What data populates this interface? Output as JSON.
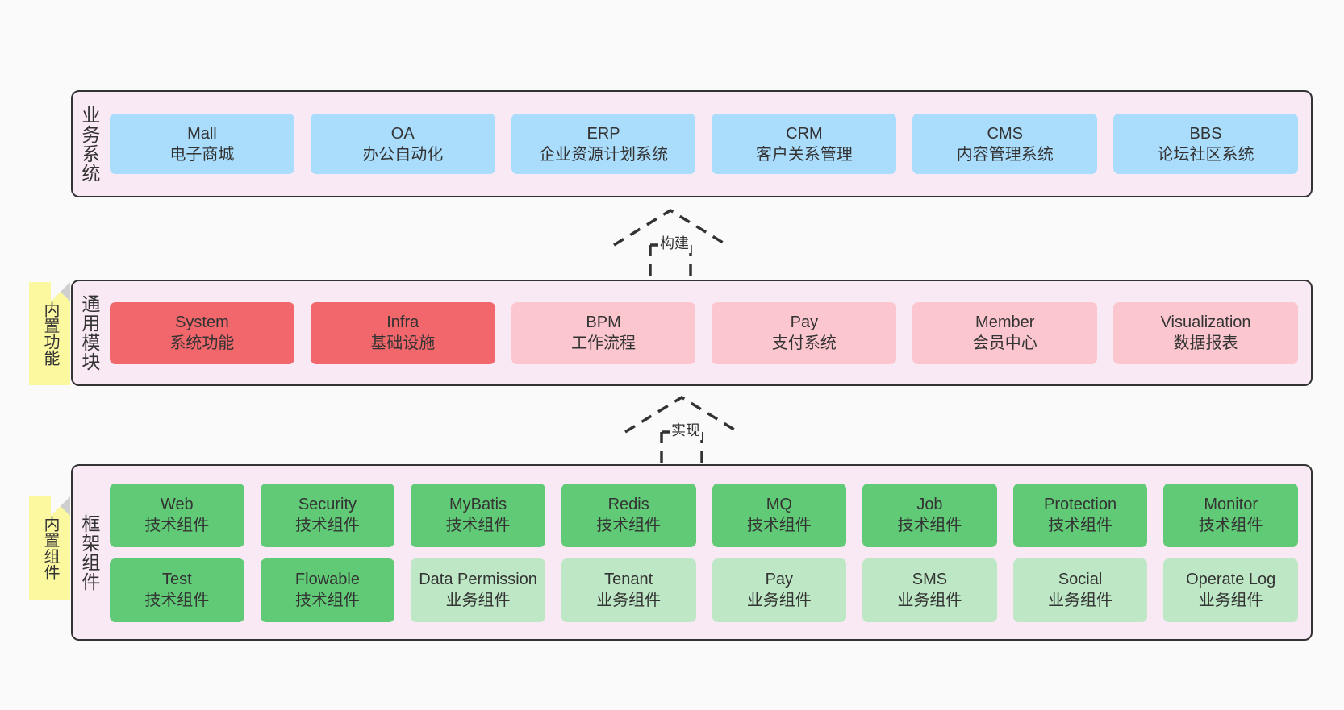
{
  "canvas": {
    "background": "#fafafa",
    "band_fill": "#f8e9f4",
    "band_stroke": "#333333",
    "note_fill": "#fbf8a0",
    "colors": {
      "blue": "#aadcfc",
      "red": "#f2676c",
      "pink": "#fbc6ce",
      "green": "#61ca77",
      "light_green": "#bde7c5"
    }
  },
  "bands": {
    "business": {
      "label": "业务系统",
      "rows": [
        [
          {
            "en": "Mall",
            "cn": "电子商城",
            "color": "blue"
          },
          {
            "en": "OA",
            "cn": "办公自动化",
            "color": "blue"
          },
          {
            "en": "ERP",
            "cn": "企业资源计划系统",
            "color": "blue"
          },
          {
            "en": "CRM",
            "cn": "客户关系管理",
            "color": "blue"
          },
          {
            "en": "CMS",
            "cn": "内容管理系统",
            "color": "blue"
          },
          {
            "en": "BBS",
            "cn": "论坛社区系统",
            "color": "blue"
          }
        ]
      ]
    },
    "common": {
      "label": "通用模块",
      "note": "内置功能",
      "rows": [
        [
          {
            "en": "System",
            "cn": "系统功能",
            "color": "red"
          },
          {
            "en": "Infra",
            "cn": "基础设施",
            "color": "red"
          },
          {
            "en": "BPM",
            "cn": "工作流程",
            "color": "pink"
          },
          {
            "en": "Pay",
            "cn": "支付系统",
            "color": "pink"
          },
          {
            "en": "Member",
            "cn": "会员中心",
            "color": "pink"
          },
          {
            "en": "Visualization",
            "cn": "数据报表",
            "color": "pink"
          }
        ]
      ]
    },
    "framework": {
      "label": "框架组件",
      "note": "内置组件",
      "rows": [
        [
          {
            "en": "Web",
            "cn": "技术组件",
            "color": "green"
          },
          {
            "en": "Security",
            "cn": "技术组件",
            "color": "green"
          },
          {
            "en": "MyBatis",
            "cn": "技术组件",
            "color": "green"
          },
          {
            "en": "Redis",
            "cn": "技术组件",
            "color": "green"
          },
          {
            "en": "MQ",
            "cn": "技术组件",
            "color": "green"
          },
          {
            "en": "Job",
            "cn": "技术组件",
            "color": "green"
          },
          {
            "en": "Protection",
            "cn": "技术组件",
            "color": "green"
          },
          {
            "en": "Monitor",
            "cn": "技术组件",
            "color": "green"
          }
        ],
        [
          {
            "en": "Test",
            "cn": "技术组件",
            "color": "green"
          },
          {
            "en": "Flowable",
            "cn": "技术组件",
            "color": "green"
          },
          {
            "en": "Data Permission",
            "cn": "业务组件",
            "color": "light_green"
          },
          {
            "en": "Tenant",
            "cn": "业务组件",
            "color": "light_green"
          },
          {
            "en": "Pay",
            "cn": "业务组件",
            "color": "light_green"
          },
          {
            "en": "SMS",
            "cn": "业务组件",
            "color": "light_green"
          },
          {
            "en": "Social",
            "cn": "业务组件",
            "color": "light_green"
          },
          {
            "en": "Operate Log",
            "cn": "业务组件",
            "color": "light_green"
          }
        ]
      ]
    }
  },
  "arrows": [
    {
      "id": "build",
      "label": "构建",
      "from": "common",
      "to": "business"
    },
    {
      "id": "impl",
      "label": "实现",
      "from": "framework",
      "to": "common"
    }
  ]
}
